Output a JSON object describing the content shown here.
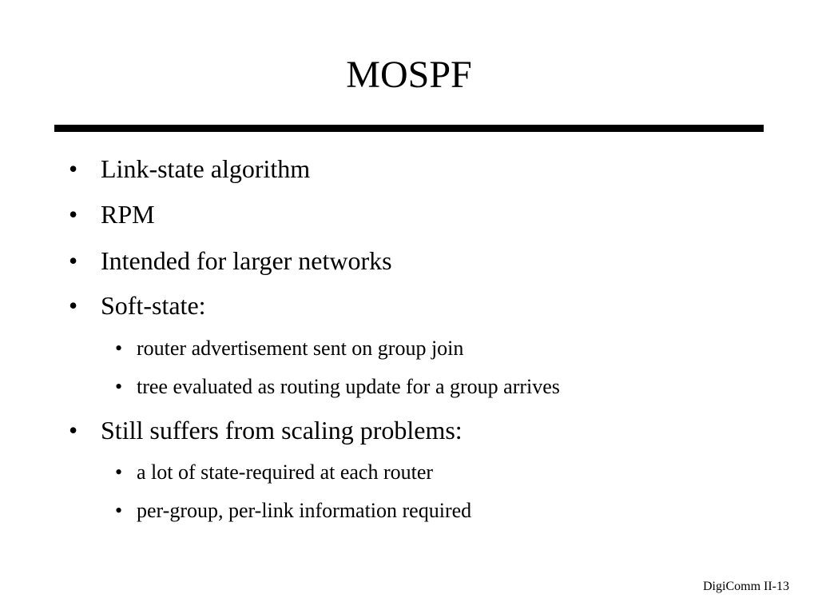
{
  "slide": {
    "title": "MOSPF",
    "bullet_glyph": "•",
    "items": [
      {
        "level": 1,
        "text": "Link-state algorithm"
      },
      {
        "level": 1,
        "text": "RPM"
      },
      {
        "level": 1,
        "text": "Intended for larger networks"
      },
      {
        "level": 1,
        "text": "Soft-state:"
      },
      {
        "level": 2,
        "text": "router advertisement sent on group join"
      },
      {
        "level": 2,
        "text": "tree evaluated as routing update for a group arrives"
      },
      {
        "level": 1,
        "text": "Still suffers from scaling problems:"
      },
      {
        "level": 2,
        "text": "a lot of state-required at each router"
      },
      {
        "level": 2,
        "text": "per-group, per-link information required"
      }
    ],
    "footer": "DigiComm II-13",
    "colors": {
      "text": "#000000",
      "background": "#ffffff",
      "rule": "#000000"
    }
  }
}
